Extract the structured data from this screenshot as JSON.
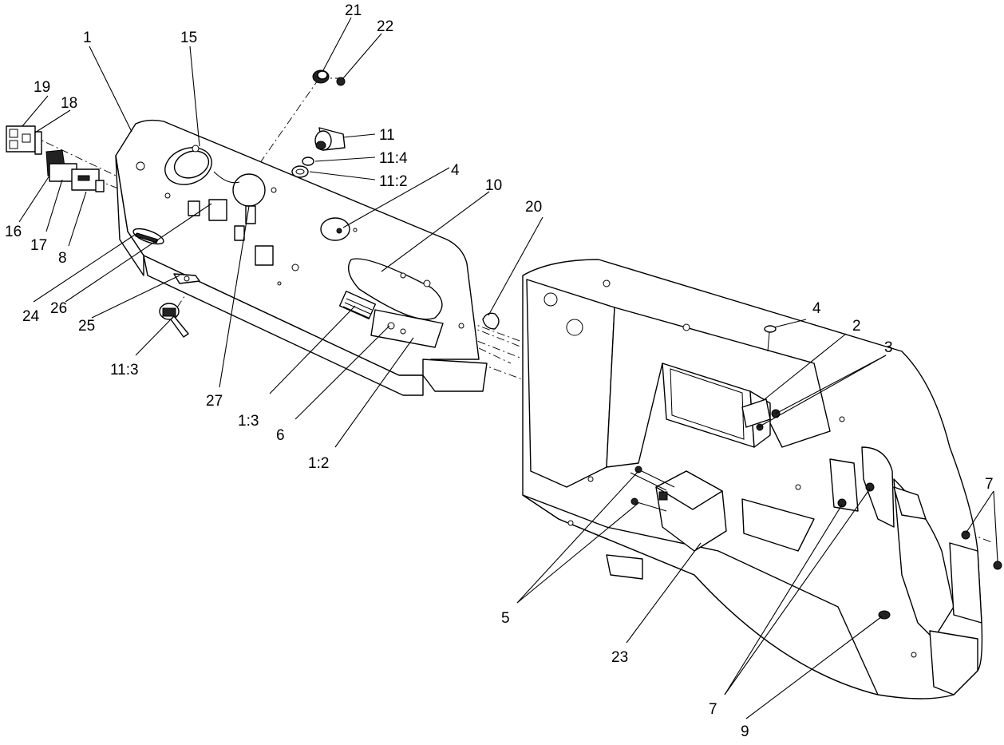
{
  "callouts": [
    {
      "id": "c1",
      "label": "1"
    },
    {
      "id": "c15",
      "label": "15"
    },
    {
      "id": "c21",
      "label": "21"
    },
    {
      "id": "c22",
      "label": "22"
    },
    {
      "id": "c19",
      "label": "19"
    },
    {
      "id": "c18",
      "label": "18"
    },
    {
      "id": "c11",
      "label": "11"
    },
    {
      "id": "c11-4",
      "label": "11:4"
    },
    {
      "id": "c11-2",
      "label": "11:2"
    },
    {
      "id": "c4a",
      "label": "4"
    },
    {
      "id": "c10",
      "label": "10"
    },
    {
      "id": "c20",
      "label": "20"
    },
    {
      "id": "c16",
      "label": "16"
    },
    {
      "id": "c17",
      "label": "17"
    },
    {
      "id": "c8",
      "label": "8"
    },
    {
      "id": "c24",
      "label": "24"
    },
    {
      "id": "c26",
      "label": "26"
    },
    {
      "id": "c25",
      "label": "25"
    },
    {
      "id": "c11-3",
      "label": "11:3"
    },
    {
      "id": "c27",
      "label": "27"
    },
    {
      "id": "c1-3",
      "label": "1:3"
    },
    {
      "id": "c6",
      "label": "6"
    },
    {
      "id": "c1-2",
      "label": "1:2"
    },
    {
      "id": "c4b",
      "label": "4"
    },
    {
      "id": "c2",
      "label": "2"
    },
    {
      "id": "c3",
      "label": "3"
    },
    {
      "id": "c7a",
      "label": "7"
    },
    {
      "id": "c5",
      "label": "5"
    },
    {
      "id": "c23",
      "label": "23"
    },
    {
      "id": "c7b",
      "label": "7"
    },
    {
      "id": "c9",
      "label": "9"
    }
  ]
}
